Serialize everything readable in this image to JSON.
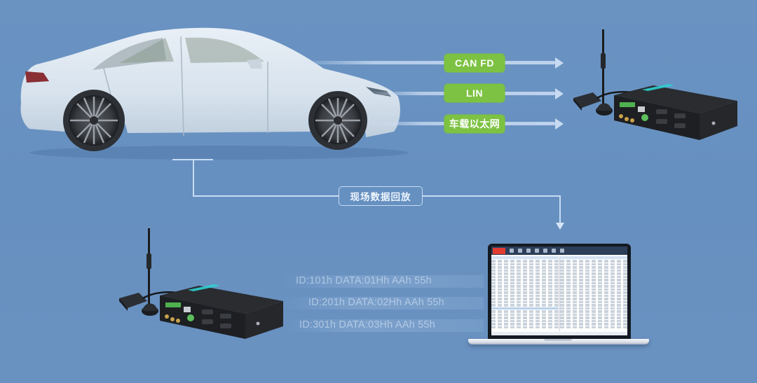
{
  "diagram": {
    "source": {
      "name": "electric sedan (transparent body)"
    },
    "buses": [
      {
        "label": "CAN FD",
        "color": "#7dc242"
      },
      {
        "label": "LIN",
        "color": "#7dc242"
      },
      {
        "label": "车载以太网",
        "color": "#7dc242"
      }
    ],
    "recorder_top": {
      "name": "data recorder device with antenna and GPS puck"
    },
    "replay": {
      "label": "现场数据回放"
    },
    "recorder_bottom": {
      "name": "data recorder device with antenna and GPS puck"
    },
    "streams": [
      "ID:101h DATA:01Hh AAh 55h",
      "ID:201h DATA:02Hh AAh 55h",
      "ID:301h DATA:03Hh AAh 55h"
    ],
    "laptop": {
      "name": "laptop showing CAN analysis software with dual data tables"
    }
  },
  "colors": {
    "background": "#6690c0",
    "tag_green": "#7dc242",
    "connector": "#c7dcf4",
    "device_body": "#1d1f22",
    "device_accent": "#2fd0d0"
  }
}
